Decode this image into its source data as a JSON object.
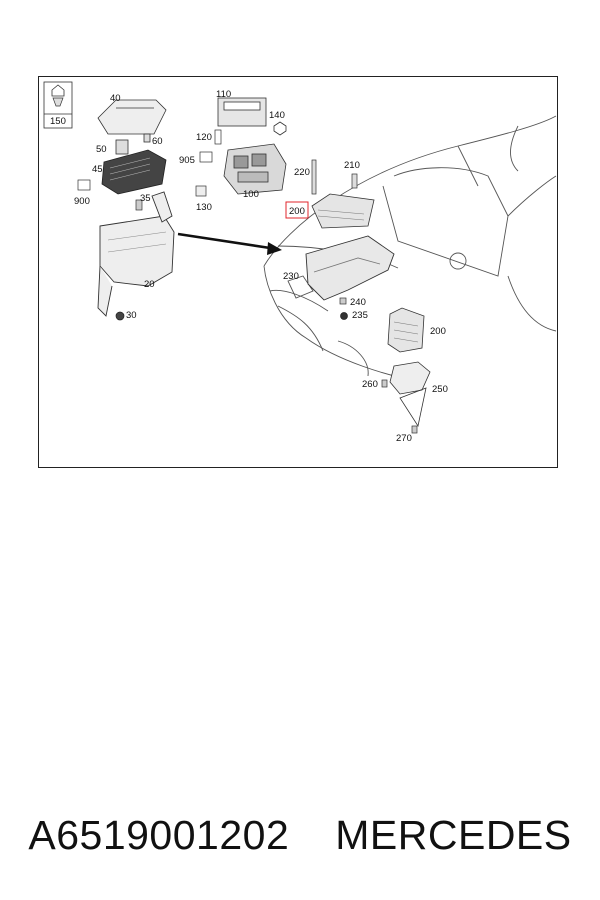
{
  "diagram": {
    "part_labels": {
      "p40": "40",
      "p110": "110",
      "p140": "140",
      "p120": "120",
      "p60": "60",
      "p50": "50",
      "p905": "905",
      "p45": "45",
      "p220": "220",
      "p210": "210",
      "p900": "900",
      "p35": "35",
      "p130": "130",
      "p100": "100",
      "p200a": "200",
      "p230": "230",
      "p20": "20",
      "p240": "240",
      "p235": "235",
      "p30": "30",
      "p200b": "200",
      "p260": "260",
      "p250": "250",
      "p270": "270"
    },
    "inset_label": "150",
    "highlight_label": "200",
    "highlight_color": "#e0262b"
  },
  "caption": {
    "part_number": "A6519001202",
    "brand": "MERCEDES"
  }
}
